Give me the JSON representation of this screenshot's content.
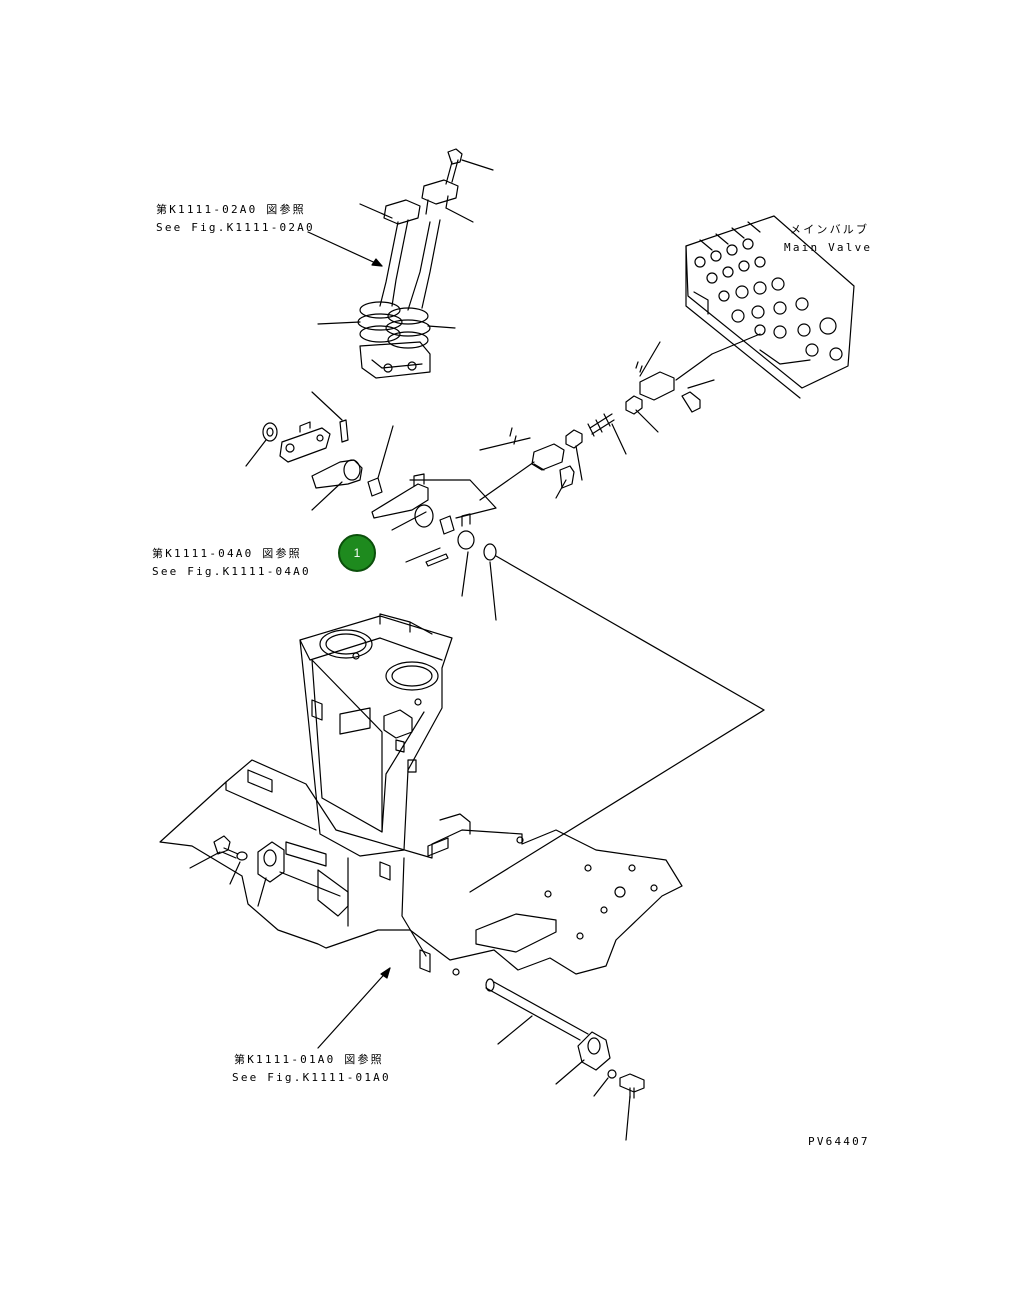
{
  "references": {
    "k1111_02": {
      "jp": "第K1111-02A0 図参照",
      "en": "See Fig.K1111-02A0"
    },
    "k1111_04": {
      "jp": "第K1111-04A0 図参照",
      "en": "See Fig.K1111-04A0"
    },
    "k1111_01": {
      "jp": "第K1111-01A0 図参照",
      "en": "See Fig.K1111-01A0"
    }
  },
  "main_valve": {
    "jp": "メインバルブ",
    "en": "Main Valve"
  },
  "callout": {
    "number": "1",
    "color": "#1e8a1e"
  },
  "drawing_code": "PV64407"
}
